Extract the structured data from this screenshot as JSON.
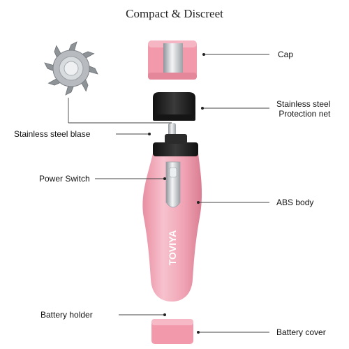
{
  "title": "Compact & Discreet",
  "brand": "TOVIYA",
  "labels": {
    "cap": "Cap",
    "protection_net": "Stainless steel\nProtection net",
    "blade": "Stainless steel blase",
    "power_switch": "Power Switch",
    "abs_body": "ABS body",
    "battery_holder": "Battery holder",
    "battery_cover": "Battery cover"
  },
  "colors": {
    "body_pink": "#f0a8b8",
    "cap_pink": "#f29aab",
    "net_black": "#1e1e1e",
    "chrome": "#c9ccd0"
  }
}
